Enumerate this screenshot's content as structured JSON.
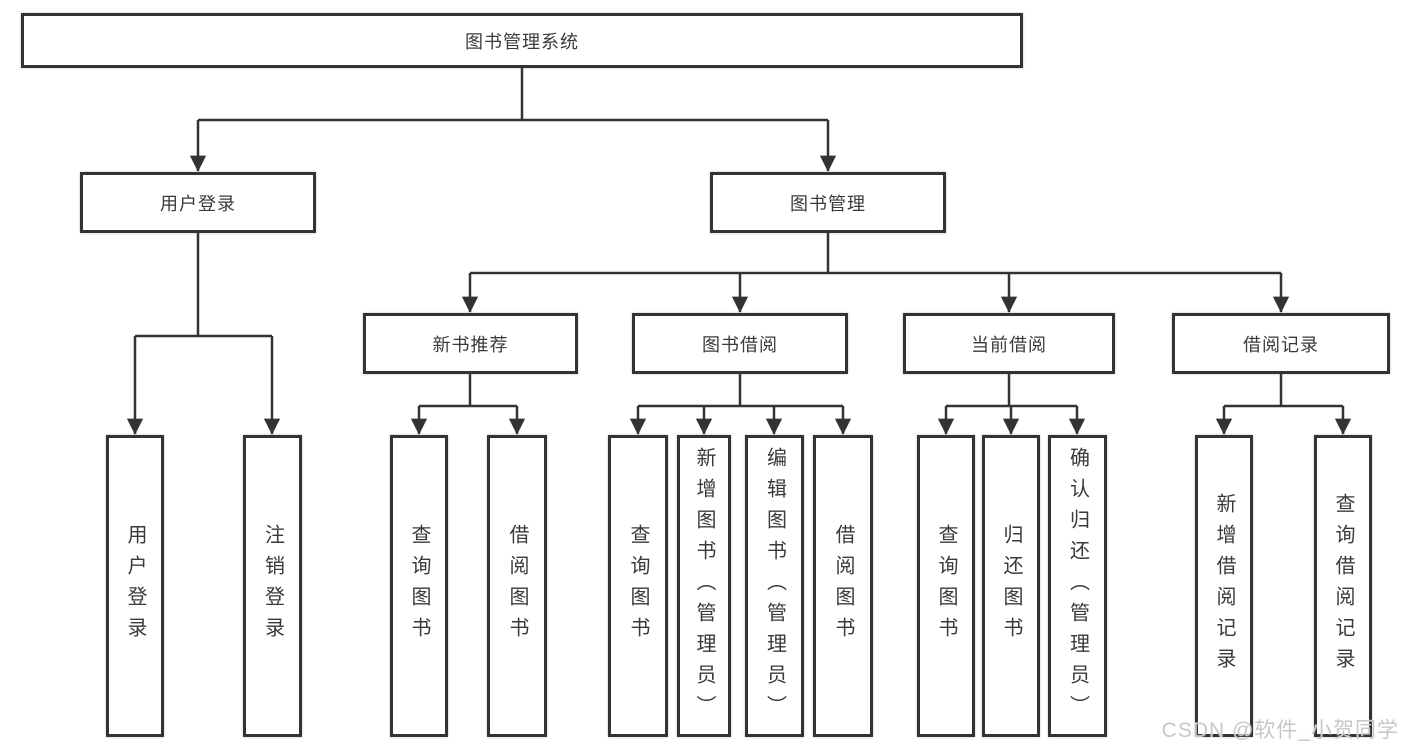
{
  "diagram": {
    "line_color": "#333333",
    "border_color": "#333333",
    "text_color": "#3a3a3a",
    "root": {
      "label": "图书管理系统"
    },
    "level2": [
      {
        "label": "用户登录"
      },
      {
        "label": "图书管理"
      }
    ],
    "level3": [
      {
        "label": "新书推荐"
      },
      {
        "label": "图书借阅"
      },
      {
        "label": "当前借阅"
      },
      {
        "label": "借阅记录"
      }
    ],
    "leaves": {
      "user": [
        "用户登录",
        "注销登录"
      ],
      "recommend": [
        "查询图书",
        "借阅图书"
      ],
      "borrow": [
        "查询图书",
        "新增图书（管理员）",
        "编辑图书（管理员）",
        "借阅图书"
      ],
      "current": [
        "查询图书",
        "归还图书",
        "确认归还（管理员）"
      ],
      "records": [
        "新增借阅记录",
        "查询借阅记录"
      ]
    }
  },
  "watermark": {
    "text": "CSDN @软件_小贺同学",
    "color": "#c7c7c7"
  }
}
